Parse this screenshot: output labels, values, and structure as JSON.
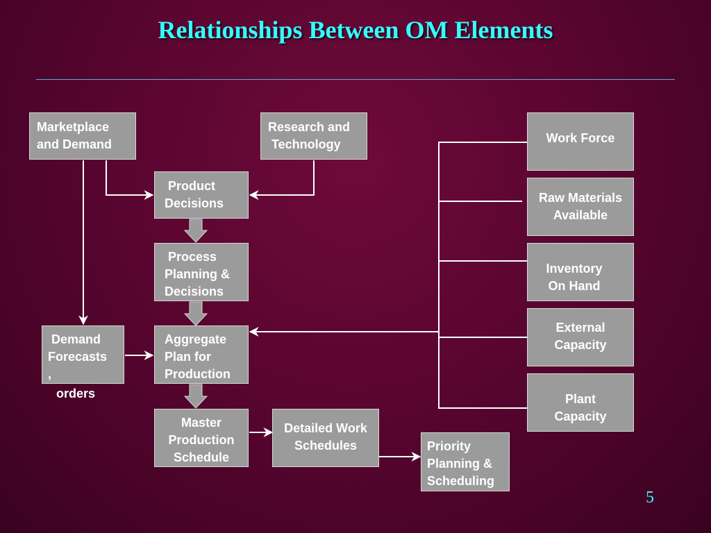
{
  "slide": {
    "title": "Relationships Between OM Elements",
    "page_number": "5"
  },
  "boxes": {
    "marketplace": "Marketplace\nand Demand",
    "research": "Research and\n Technology",
    "product": " Product\nDecisions",
    "process": " Process\nPlanning &\nDecisions",
    "aggregate": "Aggregate\nPlan for\nProduction",
    "demand_forecasts": " Demand\nForecasts\n,",
    "master": "Master\nProduction\nSchedule",
    "detailed": "Detailed Work\nSchedules",
    "priority": "Priority\nPlanning &\nScheduling",
    "work_force": "Work Force",
    "raw_materials": "Raw Materials\nAvailable",
    "inventory": "Inventory\nOn Hand",
    "external": "External\nCapacity",
    "plant": "Plant\nCapacity"
  },
  "labels": {
    "orders": "orders"
  },
  "colors": {
    "background": "#5a0530",
    "title": "#33ffff",
    "box_fill": "#9b9b9b",
    "connector": "#ffffff"
  }
}
